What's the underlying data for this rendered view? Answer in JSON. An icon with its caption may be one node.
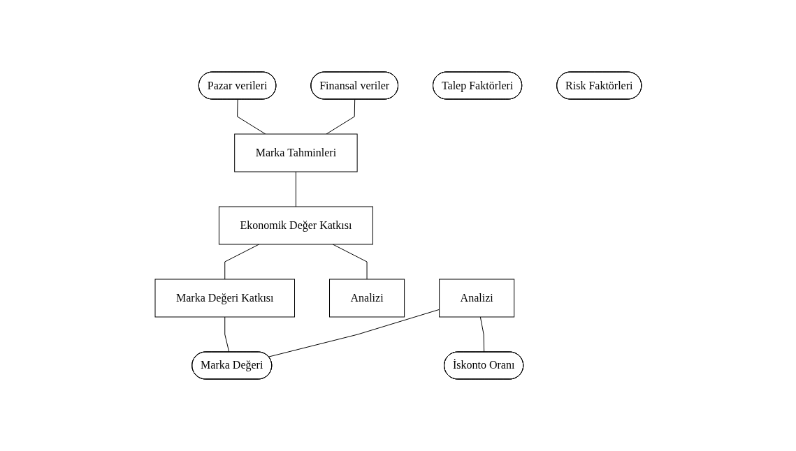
{
  "diagram": {
    "nodes": [
      {
        "text": [
          "Pazar verileri"
        ]
      },
      {
        "text": [
          "Finansal veriler"
        ]
      },
      {
        "text": [
          "Talep Faktörleri"
        ]
      },
      {
        "text": [
          "Risk Faktörleri"
        ]
      },
      {
        "text": [
          "Marka Tahminleri"
        ]
      },
      {
        "text": [
          "Ekonomik Değer Katkısı"
        ]
      },
      {
        "text": [
          "Marka Değeri Katkısı"
        ]
      },
      {
        "text": [
          "Analizi"
        ]
      },
      {
        "text": [
          "Analizi"
        ]
      },
      {
        "text": [
          "İskonto Oranı"
        ]
      },
      {
        "text": [
          "Marka Değeri"
        ]
      }
    ],
    "edges": [
      {
        "from": 0,
        "to": 4,
        "arrow": "none"
      },
      {
        "from": 1,
        "to": 4,
        "arrow": "none"
      },
      {
        "from": 4,
        "to": 5,
        "arrow": "none"
      },
      {
        "from": 5,
        "to": 6,
        "arrow": "none"
      },
      {
        "from": 5,
        "to": 7,
        "arrow": "none"
      },
      {
        "from": 6,
        "to": 10,
        "arrow": "none"
      },
      {
        "from": 8,
        "to": 9,
        "arrow": "none"
      },
      {
        "from": 8,
        "to": 10,
        "arrow": "none"
      }
    ]
  }
}
